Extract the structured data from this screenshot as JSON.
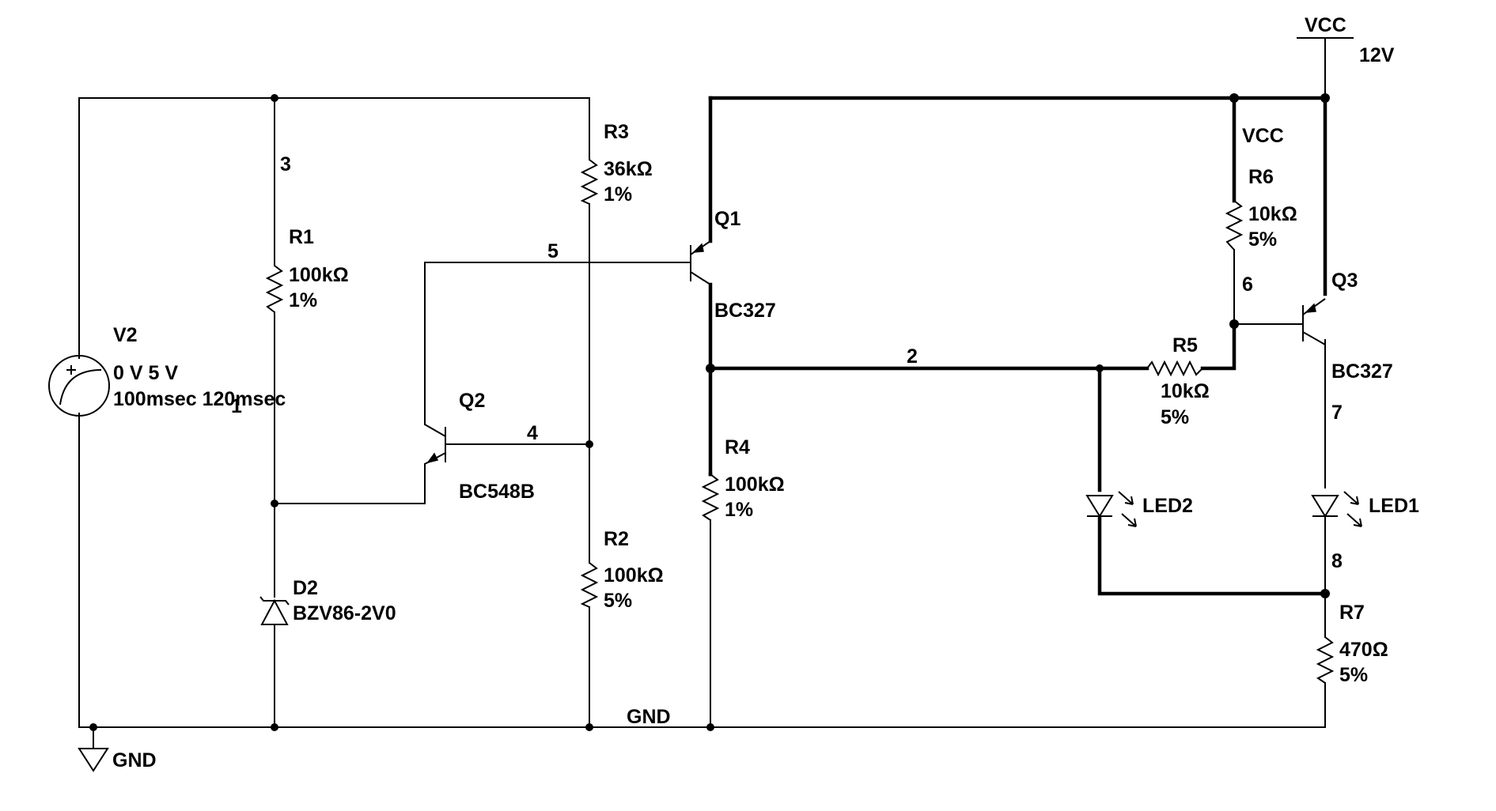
{
  "power": {
    "vcc_label": "VCC",
    "vcc_value": "12V",
    "vcc_net_label": "VCC",
    "gnd_label": "GND",
    "gnd_net_label": "GND"
  },
  "components": {
    "V2": {
      "ref": "V2",
      "line1": "0 V 5 V",
      "line2": "100msec 120msec"
    },
    "R1": {
      "ref": "R1",
      "value": "100kΩ",
      "tol": "1%"
    },
    "R2": {
      "ref": "R2",
      "value": "100kΩ",
      "tol": "5%"
    },
    "R3": {
      "ref": "R3",
      "value": "36kΩ",
      "tol": "1%"
    },
    "R4": {
      "ref": "R4",
      "value": "100kΩ",
      "tol": "1%"
    },
    "R5": {
      "ref": "R5",
      "value": "10kΩ",
      "tol": "5%"
    },
    "R6": {
      "ref": "R6",
      "value": "10kΩ",
      "tol": "5%"
    },
    "R7": {
      "ref": "R7",
      "value": "470Ω",
      "tol": "5%"
    },
    "D2": {
      "ref": "D2",
      "value": "BZV86-2V0"
    },
    "Q1": {
      "ref": "Q1",
      "value": "BC327"
    },
    "Q2": {
      "ref": "Q2",
      "value": "BC548B"
    },
    "Q3": {
      "ref": "Q3",
      "value": "BC327"
    },
    "LED1": {
      "ref": "LED1"
    },
    "LED2": {
      "ref": "LED2"
    }
  },
  "nets": [
    "1",
    "2",
    "3",
    "4",
    "5",
    "6",
    "7",
    "8"
  ]
}
